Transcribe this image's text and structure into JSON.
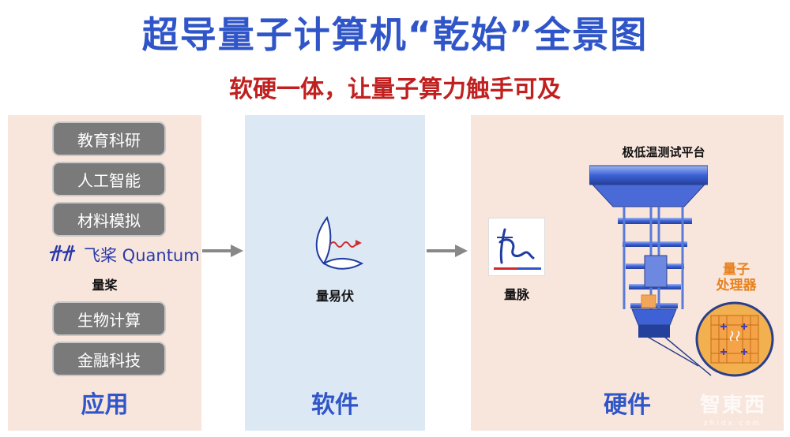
{
  "title": "超导量子计算机“乾始”全景图",
  "subtitle": "软硬一体，让量子算力触手可及",
  "application": {
    "label": "应用",
    "buttons_top": [
      "教育科研",
      "人工智能",
      "材料模拟"
    ],
    "paddle_brand": "飞桨 Quantum",
    "paddle_name": "量桨",
    "buttons_bottom": [
      "生物计算",
      "金融科技"
    ]
  },
  "software": {
    "label": "软件",
    "name": "量易伏"
  },
  "hardware": {
    "label": "硬件",
    "pulse_name": "量脉",
    "platform_title": "极低温测试平台",
    "processor_label_line1": "量子",
    "processor_label_line2": "处理器"
  },
  "watermark": {
    "text": "智東西",
    "sub": "zhidx.com"
  },
  "colors": {
    "title_blue": "#2f55c8",
    "subtitle_red": "#c0201f",
    "panel_peach": "#f8e6dd",
    "panel_blue": "#dde8f5",
    "button_gray": "#7a7a7a",
    "processor_orange": "#e8821f"
  }
}
